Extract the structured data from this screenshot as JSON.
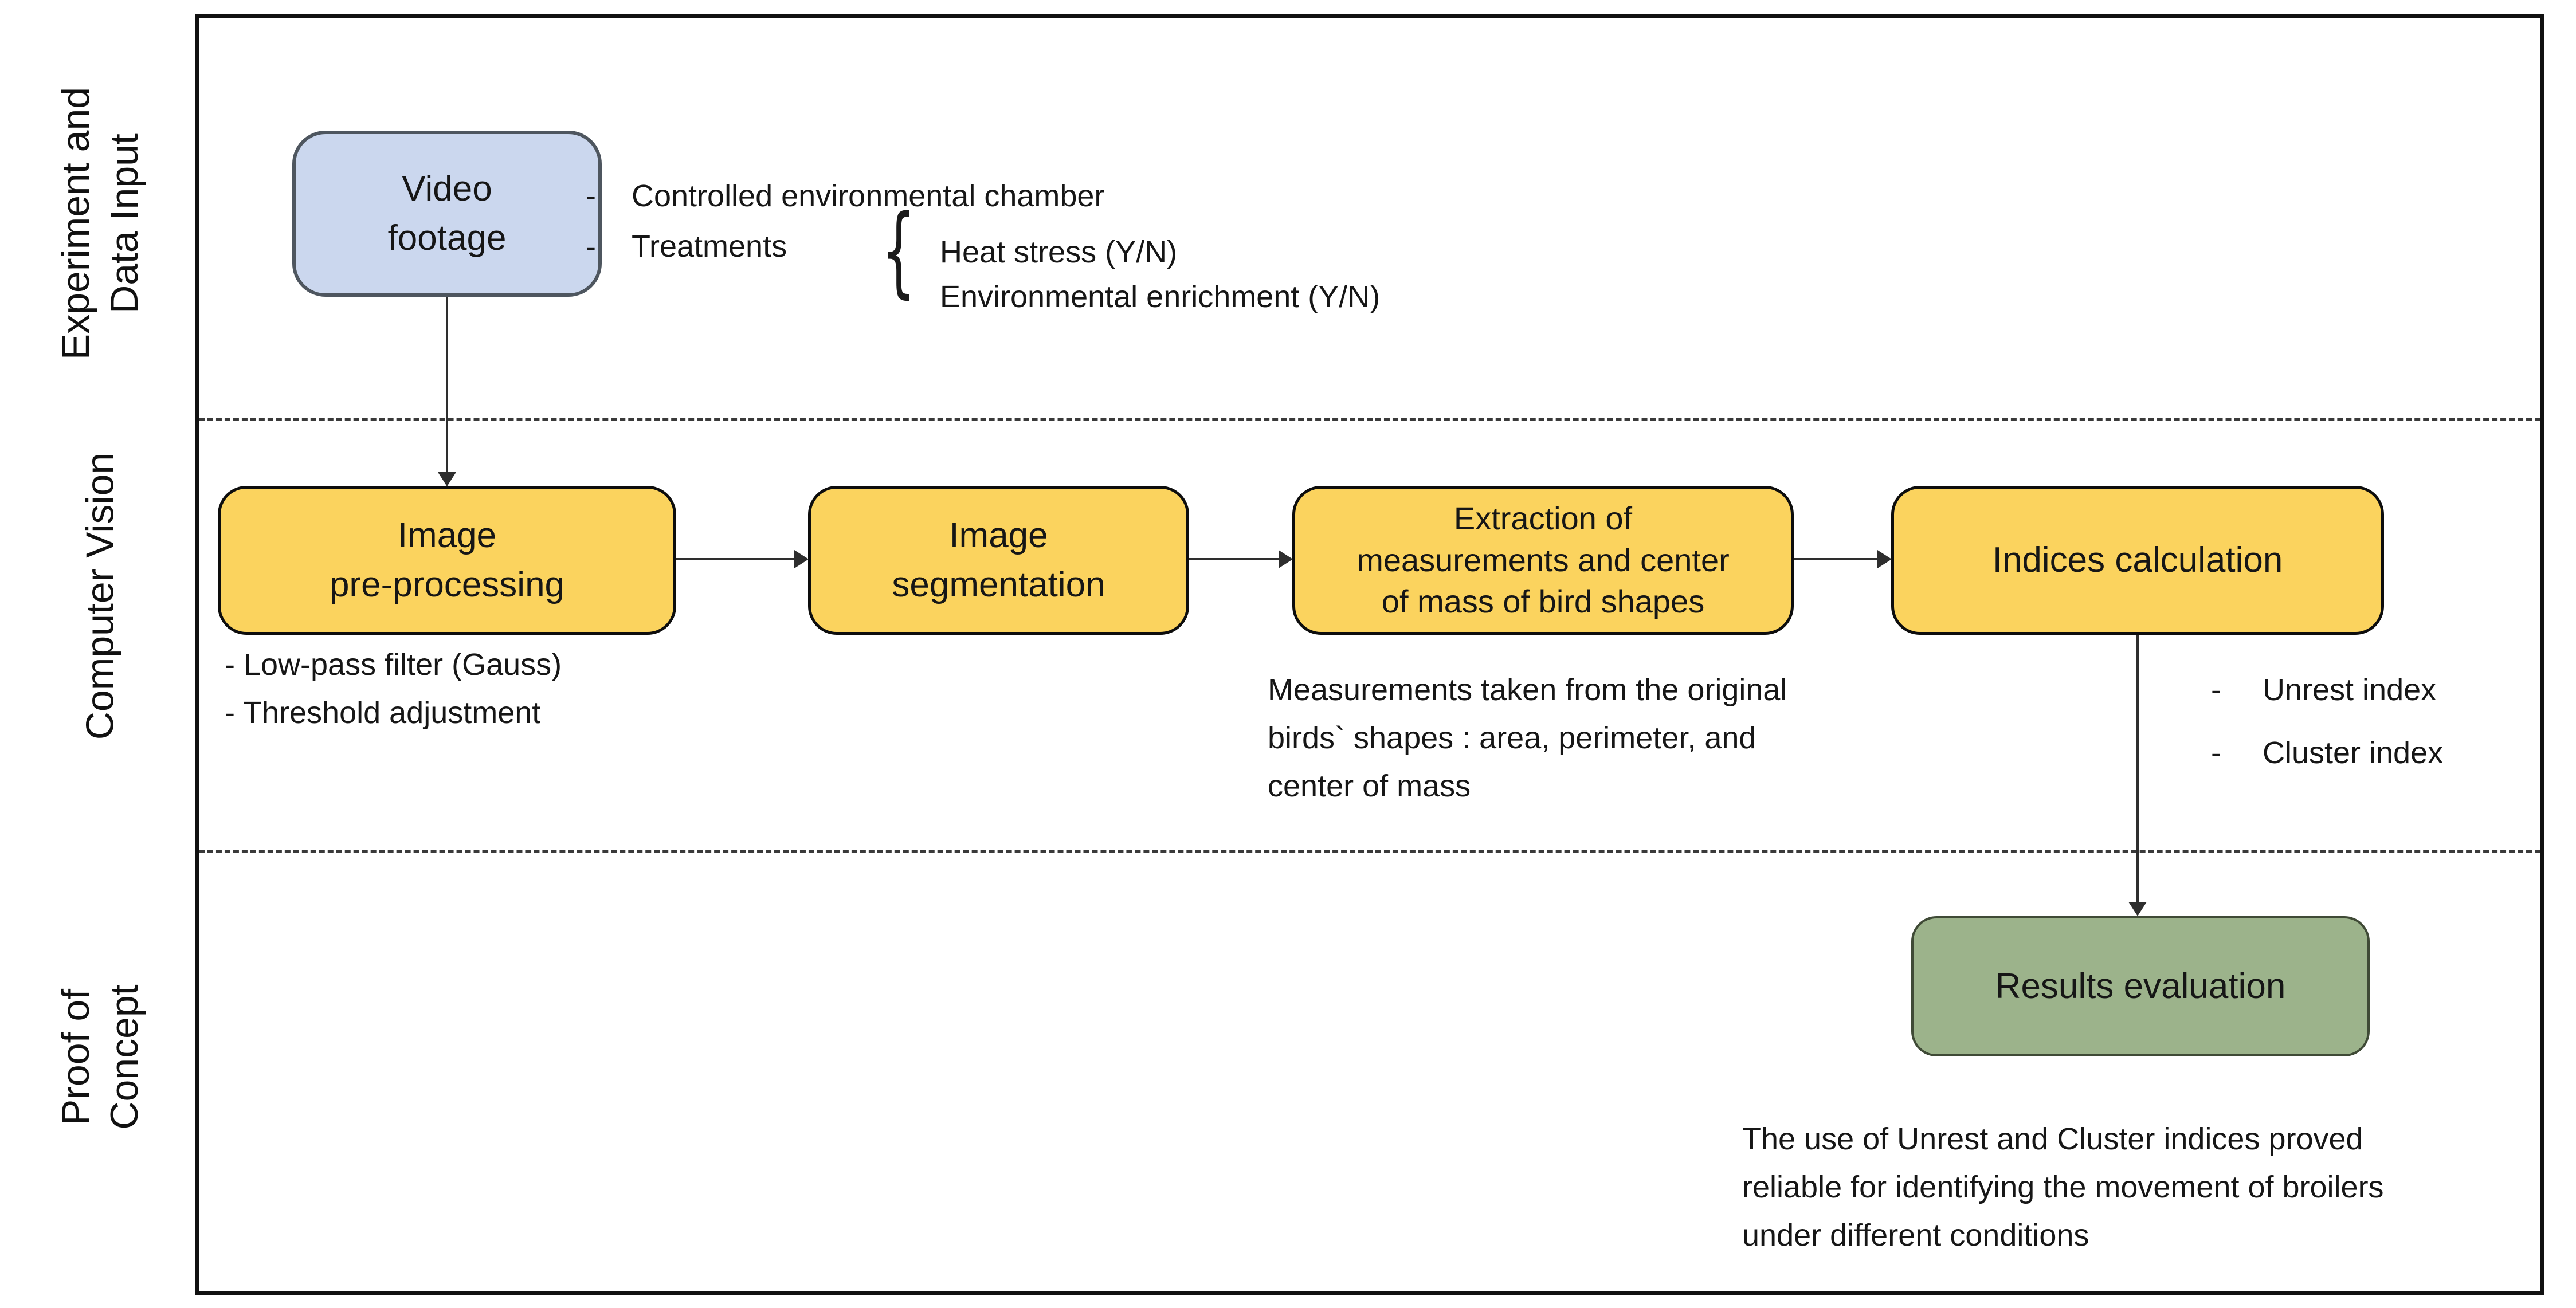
{
  "colors": {
    "video_box_fill": "#cbd7ee",
    "video_box_border": "#4e565f",
    "process_box_fill": "#fbd35e",
    "process_box_border": "#0d0d0d",
    "results_box_fill": "#9cb38b",
    "results_box_border": "#3f4a36",
    "connector_line": "#2e2e2e",
    "frame_border": "#111111"
  },
  "lanes": [
    {
      "label": "Experiment and\nData Input"
    },
    {
      "label": "Computer Vision"
    },
    {
      "label": "Proof of\nConcept"
    }
  ],
  "experiment": {
    "video_box_label": "Video\nfootage",
    "bullets": [
      {
        "dash": "-",
        "text": "Controlled environmental chamber"
      },
      {
        "dash": "-",
        "text": "Treatments"
      }
    ],
    "brace_glyph": "{",
    "treatments": [
      "Heat stress (Y/N)",
      "Environmental enrichment (Y/N)"
    ]
  },
  "computer_vision": {
    "boxes": [
      {
        "label": "Image\npre-processing"
      },
      {
        "label": "Image\nsegmentation"
      },
      {
        "label": "Extraction of\nmeasurements and center\nof mass of bird shapes"
      },
      {
        "label": "Indices calculation"
      }
    ],
    "preprocessing_notes": "- Low-pass filter (Gauss)\n- Threshold adjustment",
    "extraction_note": "Measurements taken from the original\nbirds` shapes : area, perimeter, and\ncenter of mass",
    "indices_notes": [
      {
        "dash": "-",
        "text": "Unrest index"
      },
      {
        "dash": "-",
        "text": "Cluster index"
      }
    ]
  },
  "proof_of_concept": {
    "results_box_label": "Results evaluation",
    "conclusion": "The use of Unrest and Cluster indices proved\nreliable for identifying the movement of broilers\nunder different conditions"
  }
}
